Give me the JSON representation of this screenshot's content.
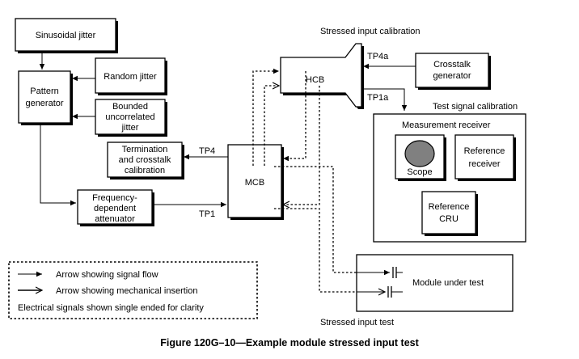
{
  "blocks": {
    "sinusoidal_jitter": "Sinusoidal jitter",
    "pattern_generator": [
      "Pattern",
      "generator"
    ],
    "random_jitter": "Random jitter",
    "bounded_jitter": [
      "Bounded",
      "uncorrelated",
      "jitter"
    ],
    "termination": [
      "Termination",
      "and crosstalk",
      "calibration"
    ],
    "attenuator": [
      "Frequency-",
      "dependent",
      "attenuator"
    ],
    "mcb": "MCB",
    "hcb": "HCB",
    "crosstalk_generator": [
      "Crosstalk",
      "generator"
    ],
    "measurement_receiver": "Measurement receiver",
    "scope": "Scope",
    "reference_receiver": [
      "Reference",
      "receiver"
    ],
    "reference_cru": [
      "Reference",
      "CRU"
    ],
    "module_under_test": "Module under test"
  },
  "labels": {
    "stressed_input_calibration": "Stressed input calibration",
    "tp4a": "TP4a",
    "tp1a": "TP1a",
    "test_signal_calibration": "Test signal calibration",
    "tp4": "TP4",
    "tp1": "TP1",
    "stressed_input_test": "Stressed input test"
  },
  "legend": {
    "signal_flow": "Arrow showing signal flow",
    "mechanical_insertion": "Arrow showing mechanical insertion",
    "note": "Electrical signals shown single ended for clarity"
  },
  "caption": "Figure 120G–10—Example module stressed input test"
}
